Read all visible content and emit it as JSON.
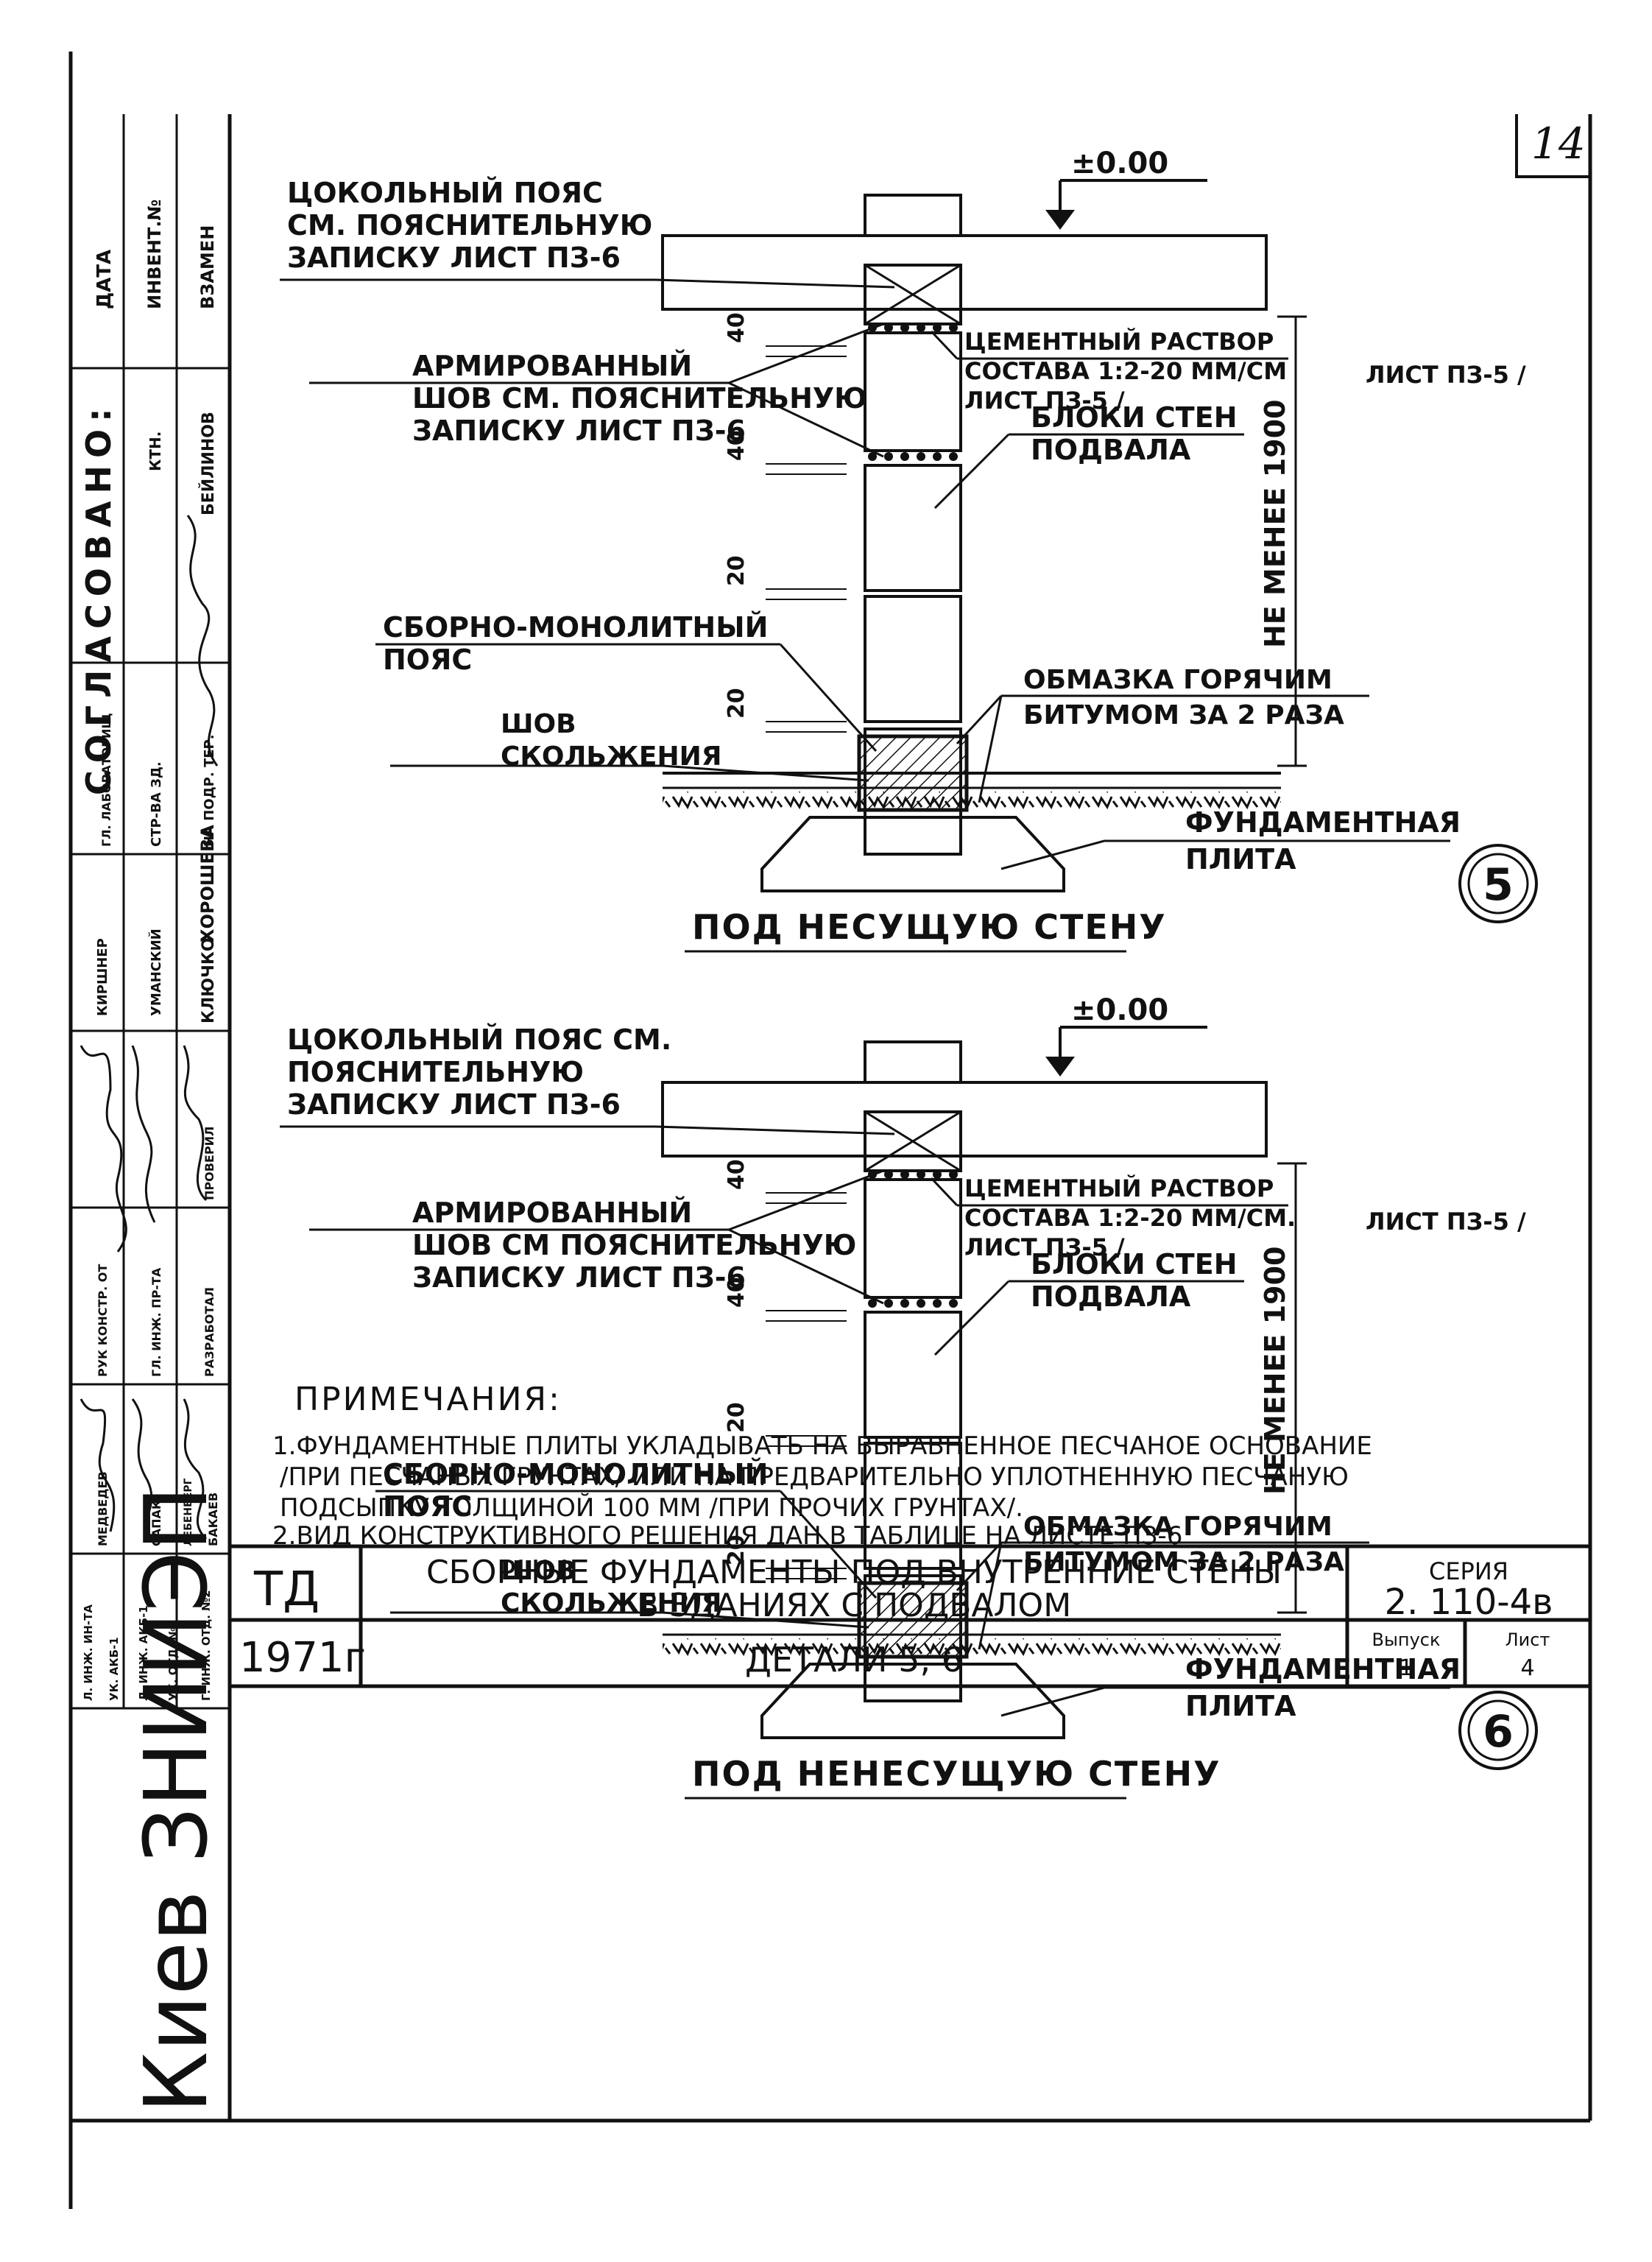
{
  "sheet": {
    "page_number": "14",
    "author": "Киев ЗНИИЭП",
    "notes_title": "ПРИМЕЧАНИЯ:",
    "notes": [
      "1.ФУНДАМЕНТНЫЕ ПЛИТЫ УКЛАДЫВАТЬ НА ВЫРАВНЕННОЕ ПЕСЧАНОЕ ОСНОВАНИЕ",
      "/ПРИ ПЕСЧАНЫХ ГРУНТАХ/ ИЛИ НА ПРЕДВАРИТЕЛЬНО УПЛОТНЕННУЮ ПЕСЧАНУЮ",
      "ПОДСЫПКУ ТОЛЩИНОЙ 100 ММ /ПРИ ПРОЧИХ ГРУНТАХ/.",
      "2.ВИД КОНСТРУКТИВНОГО РЕШЕНИЯ ДАН В ТАБЛИЦЕ НА ЛИСТЕ ПЗ-6"
    ]
  },
  "title_block": {
    "code": "ТД",
    "year": "1971г",
    "title_line1": "СБОРНЫЕ ФУНДАМЕНТЫ ПОД ВНУТРЕННИЕ СТЕНЫ",
    "title_line2": "В ЗДАНИЯХ С ПОДВАЛОМ",
    "subtitle": "ДЕТАЛИ 5, 6",
    "series_label": "СЕРИЯ",
    "series_value": "2. 110-4в",
    "issue_label": "Выпуск",
    "issue_value": "1",
    "sheet_label": "Лист",
    "sheet_value": "4"
  },
  "approval": {
    "header": "СОГЛАСОВАНО:",
    "date_label": "ДАТА",
    "inv_label": "ИНВЕНТ.№",
    "replace_label": "ВЗАМЕН",
    "rows": [
      "ГЛ. ЛАБОРАТОРИЩ",
      "СТР-ВА ЗД.",
      "НА ПОДР. ТЕР.",
      "КТН.",
      "БЕЙЛИНОВ"
    ],
    "staff": [
      {
        "role": "РУК КОНСТР. ОТ",
        "name": "КИРШНЕР"
      },
      {
        "role": "ГЛ. ИНЖ. ПР-ТА",
        "name": "УМАНСКИЙ"
      },
      {
        "role": "РАЗРАБОТАЛ",
        "name": "ХОРОШЕВА"
      },
      {
        "role": "ПРОВЕРИЛ",
        "name": "КЛЮЧКО"
      },
      {
        "role": "МЕДВЕДЕВ",
        "name": ""
      },
      {
        "role": "САПАК",
        "name": ""
      },
      {
        "role": "ЛЕБЕНБЕРГ",
        "name": ""
      },
      {
        "role": "БАКАЕВ",
        "name": ""
      },
      {
        "role": "Л. ИНЖ. ИН-ТА",
        "name": ""
      },
      {
        "role": "УК. АКБ-1",
        "name": ""
      },
      {
        "role": "Л. ИНЖ. АКБ-1",
        "name": ""
      },
      {
        "role": "УК. ОТД. №2",
        "name": ""
      },
      {
        "role": "Г. ИНЖ. ОТД. №2",
        "name": ""
      }
    ]
  },
  "details": [
    {
      "number": "5",
      "caption": "ПОД НЕСУЩУЮ СТЕНУ",
      "level": "±0.00",
      "plinth_belt": [
        "ЦОКОЛЬНЫЙ ПОЯС",
        "СМ. ПОЯСНИТЕЛЬНУЮ",
        "ЗАПИСКУ ЛИСТ ПЗ-6"
      ],
      "reinforced_seam": [
        "АРМИРОВАННЫЙ",
        "ШОВ СМ. ПОЯСНИТЕЛЬНУЮ",
        "ЗАПИСКУ ЛИСТ ПЗ-6"
      ],
      "mortar": [
        "ЦЕМЕНТНЫЙ РАСТВОР",
        "СОСТАВА 1:2-20 ММ/СМ",
        "ЛИСТ ПЗ-5 /"
      ],
      "blocks": [
        "БЛОКИ СТЕН",
        "ПОДВАЛА"
      ],
      "monolithic_belt": [
        "СБОРНО-МОНОЛИТНЫЙ",
        "ПОЯС"
      ],
      "bitumen": [
        "ОБМАЗКА ГОРЯЧИМ",
        "БИТУМОМ ЗА 2 РАЗА"
      ],
      "slip_seam": [
        "ШОВ",
        "СКОЛЬЖЕНИЯ"
      ],
      "foundation": [
        "ФУНДАМЕНТНАЯ",
        "ПЛИТА"
      ],
      "height_note": "НЕ МЕНЕЕ 1900",
      "dims": [
        "40",
        "40",
        "20",
        "20"
      ]
    },
    {
      "number": "6",
      "caption": "ПОД НЕНЕСУЩУЮ СТЕНУ",
      "level": "±0.00",
      "plinth_belt": [
        "ЦОКОЛЬНЫЙ ПОЯС СМ.",
        "ПОЯСНИТЕЛЬНУЮ",
        "ЗАПИСКУ ЛИСТ ПЗ-6"
      ],
      "reinforced_seam": [
        "АРМИРОВАННЫЙ",
        "ШОВ СМ ПОЯСНИТЕЛЬНУЮ",
        "ЗАПИСКУ ЛИСТ ПЗ-6"
      ],
      "mortar": [
        "ЦЕМЕНТНЫЙ РАСТВОР",
        "СОСТАВА 1:2-20 ММ/СМ.",
        "ЛИСТ ПЗ-5 /"
      ],
      "blocks": [
        "БЛОКИ СТЕН",
        "ПОДВАЛА"
      ],
      "monolithic_belt": [
        "СБОРНО-МОНОЛИТНЫЙ",
        "ПОЯС"
      ],
      "bitumen": [
        "ОБМАЗКА ГОРЯЧИМ",
        "БИТУМОМ ЗА 2 РАЗА"
      ],
      "slip_seam": [
        "ШОВ",
        "СКОЛЬЖЕНИЯ"
      ],
      "foundation": [
        "ФУНДАМЕНТНАЯ",
        "ПЛИТА"
      ],
      "height_note": "НЕ МЕНЕЕ 1900",
      "dims": [
        "40",
        "40",
        "20",
        "20"
      ]
    }
  ]
}
